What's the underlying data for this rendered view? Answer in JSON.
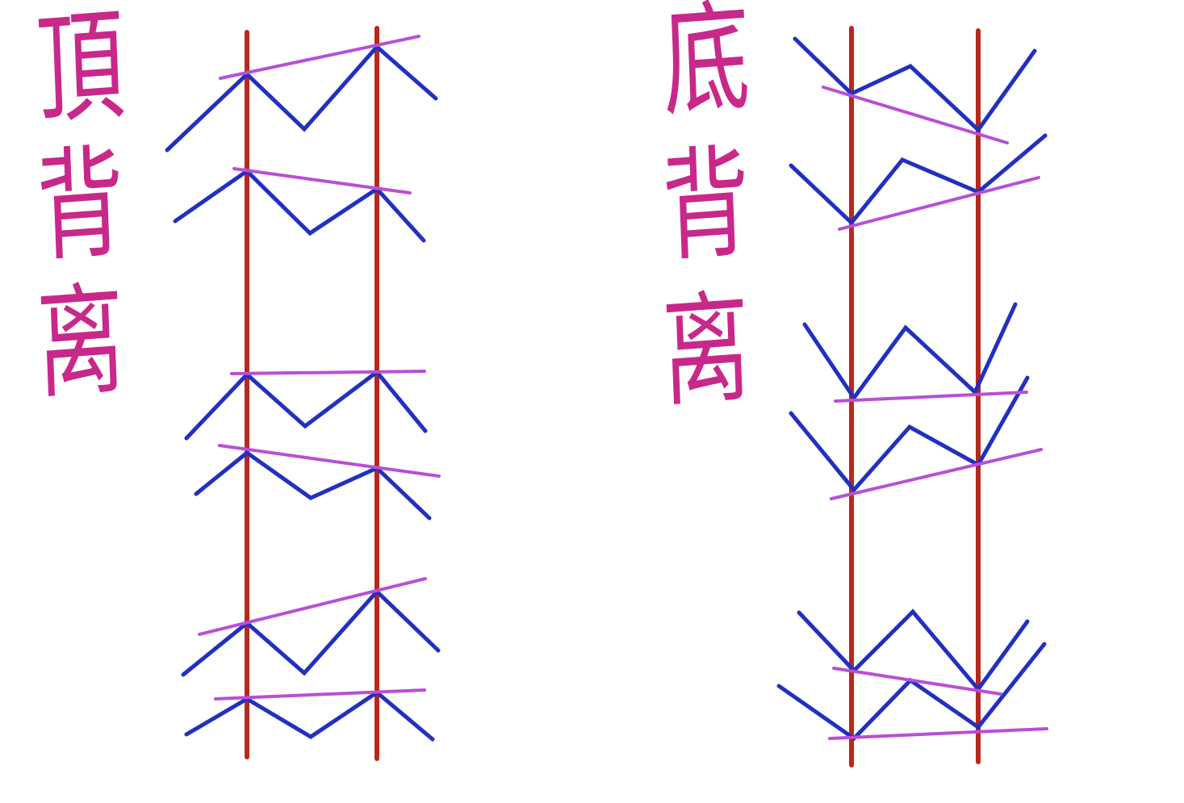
{
  "labels": {
    "top_divergence": [
      "頂",
      "背",
      "离"
    ],
    "bottom_divergence": [
      "底",
      "背",
      "离"
    ]
  },
  "colors": {
    "label": "#c8288a",
    "price_line": "#2230c0",
    "trend_line": "#b84fd6",
    "vertical_line": "#b8281c",
    "background": "#ffffff"
  }
}
